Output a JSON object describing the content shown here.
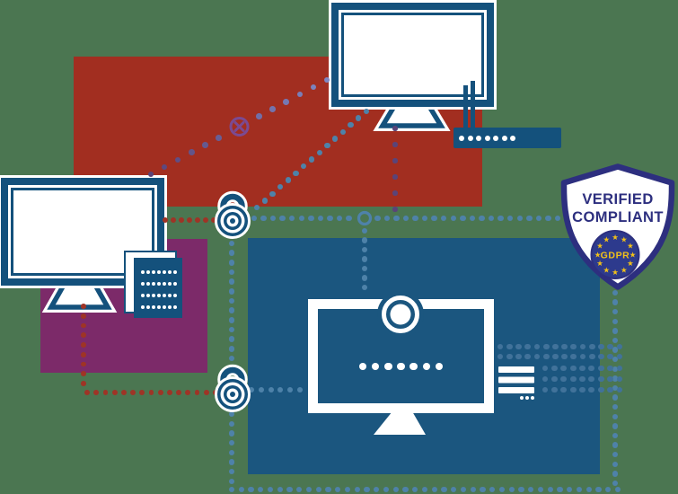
{
  "badge": {
    "title_line1": "VERIFIED",
    "title_line2": "COMPLIANT",
    "emblem_label": "GDPR",
    "star_count": 12
  },
  "icons": {
    "eu_star": "★",
    "desktop_monitor": "css-rect-shape",
    "padlock": "svg-concentric-circles",
    "router": "css-rect-with-dots",
    "webcam_monitor": "svg-shape",
    "document_pages": "css-rect-shape",
    "blocked_circle_x": "svg-shape",
    "network_node_ring": "svg-circle",
    "shield_badge": "svg-path"
  },
  "colors": {
    "background": "#4B7651",
    "red_panel": "#A22E20",
    "purple_panel": "#7C2A69",
    "blue_panel": "#1B567F",
    "device_blue": "#14517C",
    "shield_navy": "#2D2F7F",
    "eu_blue": "#2D3A8D",
    "star_gold": "#F2C118",
    "blocked_purple": "#7B4A92",
    "dot_blue": "#4E82A9",
    "dot_steel": "#41729A",
    "dot_red": "#9E3426",
    "dot_purple_dark": "#5A4478",
    "dot_periwinkle": "#7F88C3",
    "white": "#FFFFFF"
  }
}
